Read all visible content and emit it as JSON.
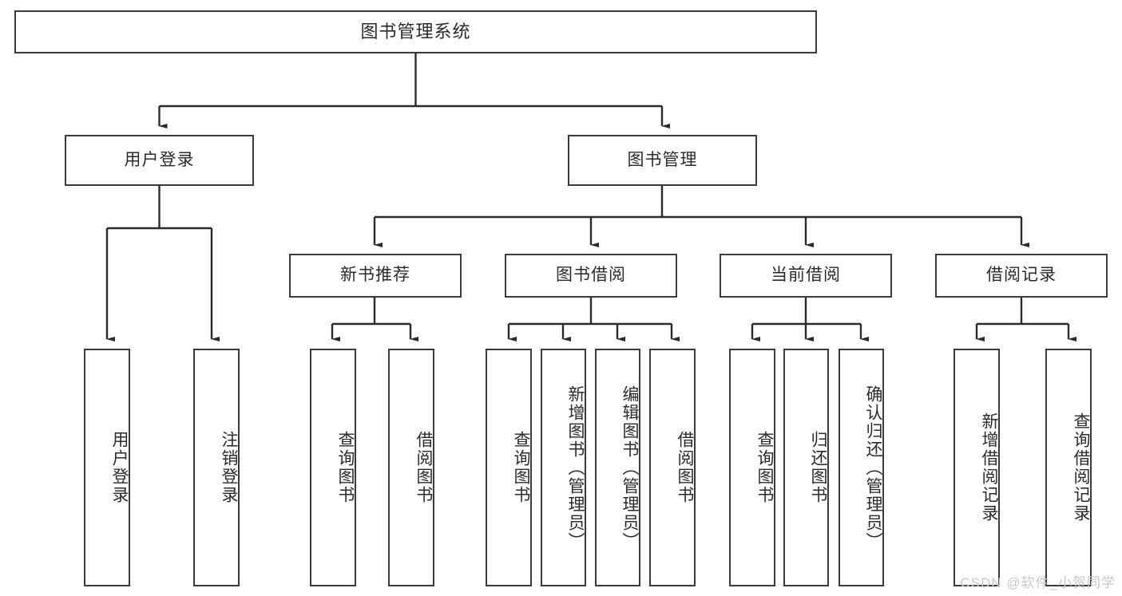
{
  "diagram": {
    "title": "图书管理系统",
    "type": "tree",
    "watermark": "CSDN @软件_小贺同学",
    "colors": {
      "box_border": "#3b3b3b",
      "box_fill": "#ffffff",
      "text": "#2b2b2b",
      "connector": "#2b2b2b",
      "watermark": "#c9c9c9",
      "background": "#ffffff"
    },
    "nodes": {
      "root": {
        "label": "图书管理系统"
      },
      "level2": [
        {
          "label": "用户登录"
        },
        {
          "label": "图书管理"
        }
      ],
      "level3": [
        {
          "label": "新书推荐"
        },
        {
          "label": "图书借阅"
        },
        {
          "label": "当前借阅"
        },
        {
          "label": "借阅记录"
        }
      ],
      "leaves": [
        {
          "label": "用户登录",
          "parent": "用户登录"
        },
        {
          "label": "注销登录",
          "parent": "用户登录"
        },
        {
          "label": "查询图书",
          "parent": "新书推荐"
        },
        {
          "label": "借阅图书",
          "parent": "新书推荐"
        },
        {
          "label": "查询图书",
          "parent": "图书借阅"
        },
        {
          "label": "新增图书（管理员）",
          "parent": "图书借阅"
        },
        {
          "label": "编辑图书（管理员）",
          "parent": "图书借阅"
        },
        {
          "label": "借阅图书",
          "parent": "图书借阅"
        },
        {
          "label": "查询图书",
          "parent": "当前借阅"
        },
        {
          "label": "归还图书",
          "parent": "当前借阅"
        },
        {
          "label": "确认归还（管理员）",
          "parent": "当前借阅"
        },
        {
          "label": "新增借阅记录",
          "parent": "借阅记录"
        },
        {
          "label": "查询借阅记录",
          "parent": "借阅记录"
        }
      ]
    }
  }
}
